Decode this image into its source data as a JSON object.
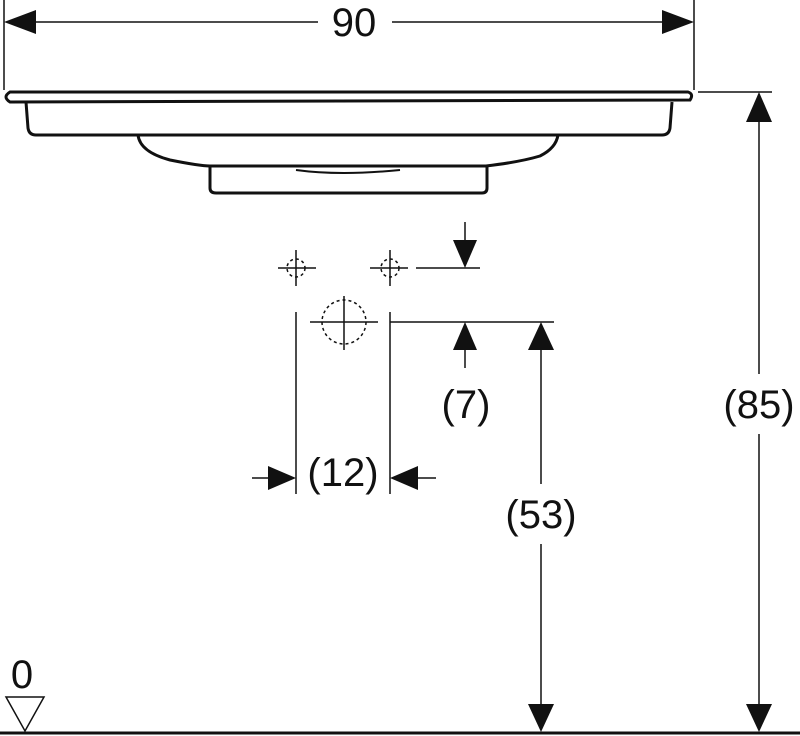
{
  "drawing": {
    "dimensions": {
      "width": "90",
      "height": "(85)",
      "outlet_height": "(53)",
      "outlet_spacing": "(12)",
      "outlet_offset": "(7)",
      "floor_level": "0"
    },
    "colors": {
      "line": "#111111",
      "background": "#ffffff"
    }
  }
}
